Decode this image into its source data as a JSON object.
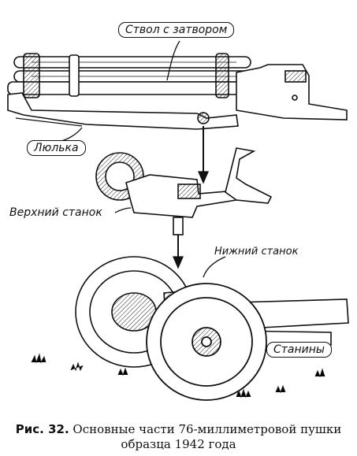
{
  "labels": {
    "barrel": "Ствол с затвором",
    "cradle": "Люлька",
    "upper_carriage": "Верхний станок",
    "lower_carriage": "Нижний станок",
    "trails": "Станины"
  },
  "caption": {
    "figure": "Рис. 32.",
    "line1": "Основные части 76-миллиметровой пушки",
    "line2": "образца 1942 года"
  },
  "icons": [
    "barrel-assembly",
    "cradle",
    "upper-carriage",
    "lower-carriage",
    "wheel",
    "trails"
  ]
}
